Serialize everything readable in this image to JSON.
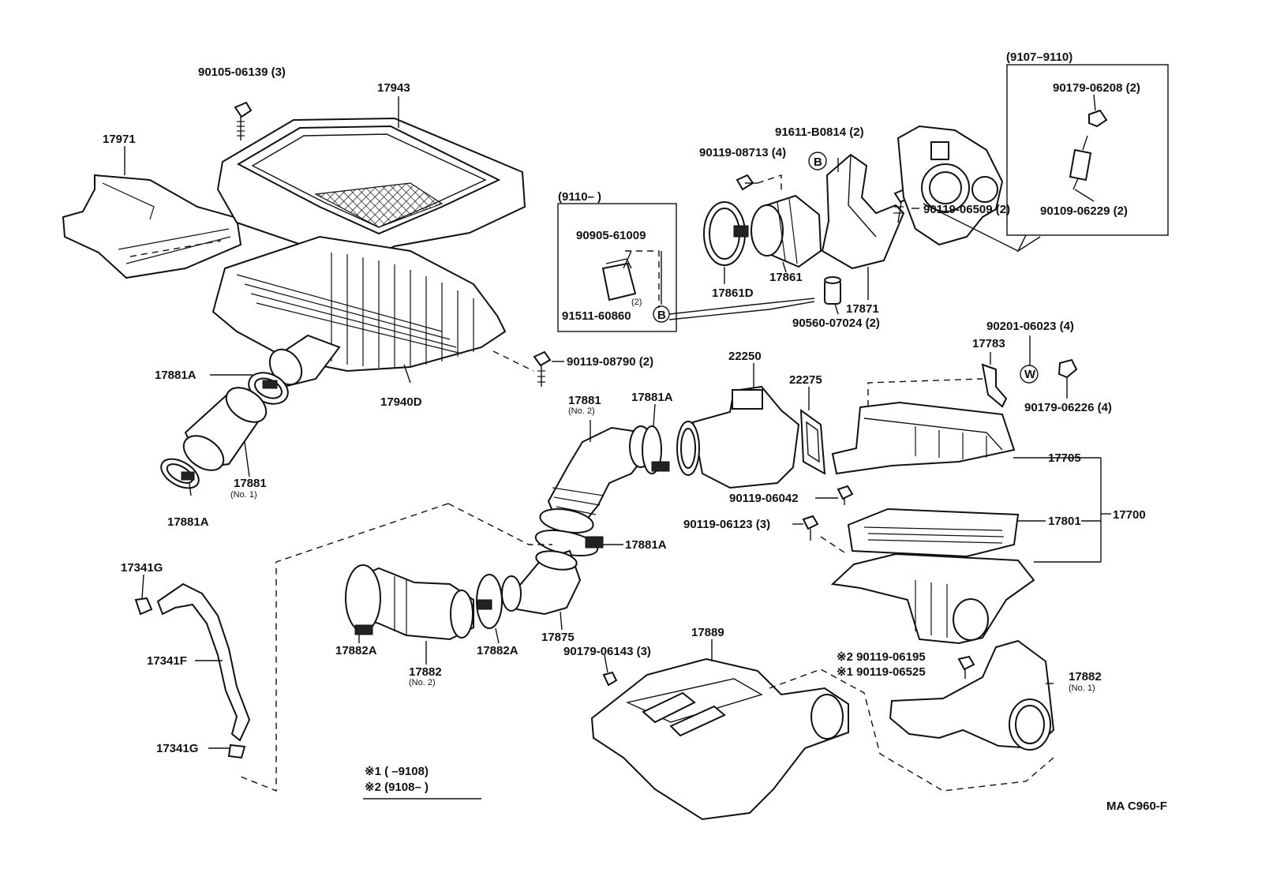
{
  "labels": {
    "p90105_06139": "90105-06139 (3)",
    "p17943": "17943",
    "p17971": "17971",
    "p17881A_top": "17881A",
    "p17940D": "17940D",
    "p90119_08790": "90119-08790 (2)",
    "p17881_no1": "17881",
    "p17881_no1_sub": "(No. 1)",
    "p17881A_bottom": "17881A",
    "p9110_range": "(9110–        )",
    "p90905_61009": "90905-61009",
    "p91511_60860": "91511-60860",
    "p_qty2": "(2)",
    "p91611_B0814": "91611-B0814 (2)",
    "p90119_08713": "90119-08713 (4)",
    "p17861D": "17861D",
    "p17861": "17861",
    "p17871": "17871",
    "p90560_07024": "90560-07024 (2)",
    "p90119_06509": "90119-06509 (2)",
    "p9107_9110": "(9107–9110)",
    "p90179_06208": "90179-06208 (2)",
    "p90109_06229": "90109-06229 (2)",
    "p22250": "22250",
    "p22275": "22275",
    "p17881_no2": "17881",
    "p17881_no2_sub": "(No. 2)",
    "p17881A_mid": "17881A",
    "p90201_06023": "90201-06023 (4)",
    "p17783": "17783",
    "p90179_06226": "90179-06226 (4)",
    "p17705": "17705",
    "p90119_06042": "90119-06042",
    "p90119_06123": "90119-06123 (3)",
    "p17801": "17801",
    "p17700": "17700",
    "p17881A_right": "17881A",
    "p17341G_top": "17341G",
    "p17341F": "17341F",
    "p17341G_bottom": "17341G",
    "p17882A_left": "17882A",
    "p17882_no2": "17882",
    "p17882_no2_sub": "(No. 2)",
    "p17882A_right": "17882A",
    "p17875": "17875",
    "p17889": "17889",
    "p90179_06143": "90179-06143 (3)",
    "p90119_06195": "※2 90119-06195",
    "p90119_06525": "※1 90119-06525",
    "p17882_no1": "17882",
    "p17882_no1_sub": "(No. 1)",
    "note1": "※1 (      –9108)",
    "note2": "※2 (9108–        )",
    "circle_B": "B",
    "circle_W": "W",
    "code": "MA C960-F"
  }
}
